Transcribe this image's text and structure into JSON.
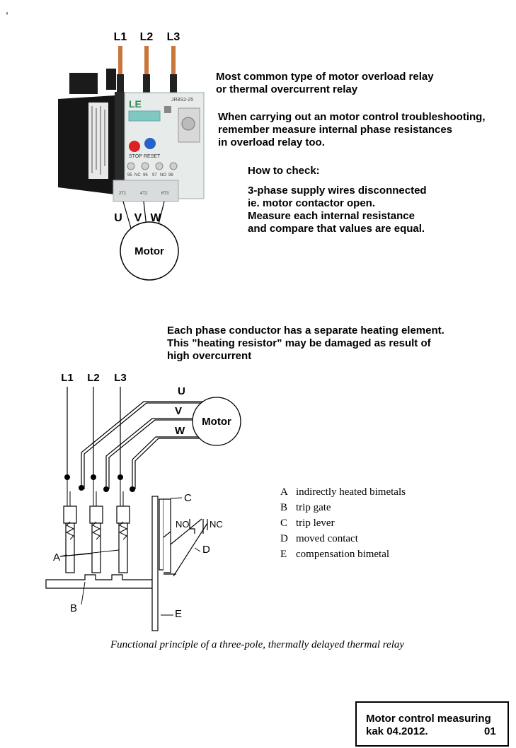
{
  "corner_mark": ",",
  "relay_photo": {
    "terminals": [
      "L1",
      "L2",
      "L3"
    ],
    "outputs": [
      "U",
      "V",
      "W"
    ],
    "motor_label": "Motor",
    "brand": "LE",
    "model": "JR8S2-25",
    "button_labels": [
      "STOP",
      "RESET"
    ],
    "terminal_marks": [
      "2T1",
      "4T2",
      "6T3"
    ],
    "contact_marks": [
      "95",
      "NC",
      "96",
      "97",
      "NO",
      "98"
    ]
  },
  "intro": {
    "line1": "Most common type of motor overload relay",
    "line2": "or thermal overcurrent relay"
  },
  "troubleshoot": {
    "line1": "When carrying out an motor control troubleshooting,",
    "line2": "remember measure internal phase resistances",
    "line3": "in overload relay too."
  },
  "how_to": {
    "title": "How to check:",
    "line1": "3-phase supply wires disconnected",
    "line2": "ie. motor contactor open.",
    "line3": "Measure each internal resistance",
    "line4": "and compare that values are equal."
  },
  "heating": {
    "line1": "Each phase conductor has a separate heating element.",
    "line2": "This ”heating resistor” may be damaged as result of",
    "line3": "high overcurrent"
  },
  "schematic": {
    "phases": [
      "L1",
      "L2",
      "L3"
    ],
    "outputs": [
      "U",
      "V",
      "W"
    ],
    "motor_label": "Motor",
    "markers": [
      "A",
      "B",
      "C",
      "D",
      "E"
    ],
    "contacts": [
      "NO",
      "NC"
    ]
  },
  "legend": [
    {
      "key": "A",
      "text": "indirectly heated bimetals"
    },
    {
      "key": "B",
      "text": "trip gate"
    },
    {
      "key": "C",
      "text": "trip lever"
    },
    {
      "key": "D",
      "text": "moved contact"
    },
    {
      "key": "E",
      "text": "compensation bimetal"
    }
  ],
  "caption": "Functional principle of a three-pole, thermally delayed thermal relay",
  "footer": {
    "title": "Motor control measuring",
    "author_date": "kak 04.2012.",
    "page": "01"
  }
}
